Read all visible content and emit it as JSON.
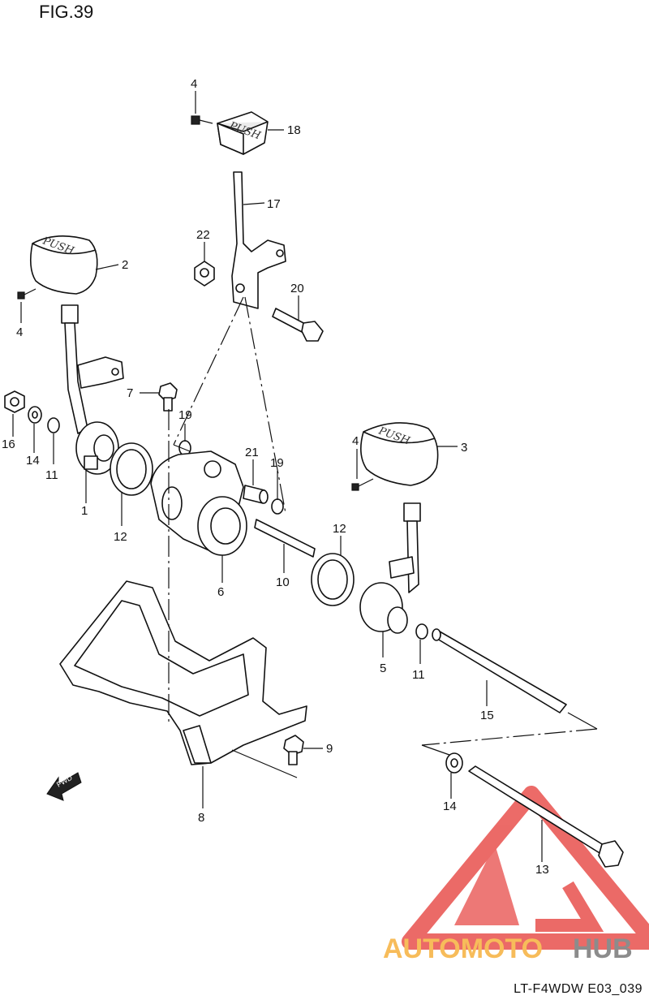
{
  "figure": {
    "title": "FIG.39",
    "code": "LT-F4WDW E03_039"
  },
  "direction_label": "FWD",
  "knob_text": "PUSH",
  "watermark": {
    "brand_part1": "AUTOMOTO",
    "brand_part2": "HUB",
    "color_red": "#e53935",
    "color_orange": "#f5a623",
    "color_gray": "#666666"
  },
  "callouts": {
    "c1": "1",
    "c2": "2",
    "c3": "3",
    "c4a": "4",
    "c4b": "4",
    "c4c": "4",
    "c5": "5",
    "c6": "6",
    "c7": "7",
    "c8": "8",
    "c9": "9",
    "c10": "10",
    "c11a": "11",
    "c11b": "11",
    "c12a": "12",
    "c12b": "12",
    "c13": "13",
    "c14a": "14",
    "c14b": "14",
    "c15": "15",
    "c16": "16",
    "c17": "17",
    "c18": "18",
    "c19a": "19",
    "c19b": "19",
    "c20": "20",
    "c21": "21",
    "c22": "22"
  }
}
